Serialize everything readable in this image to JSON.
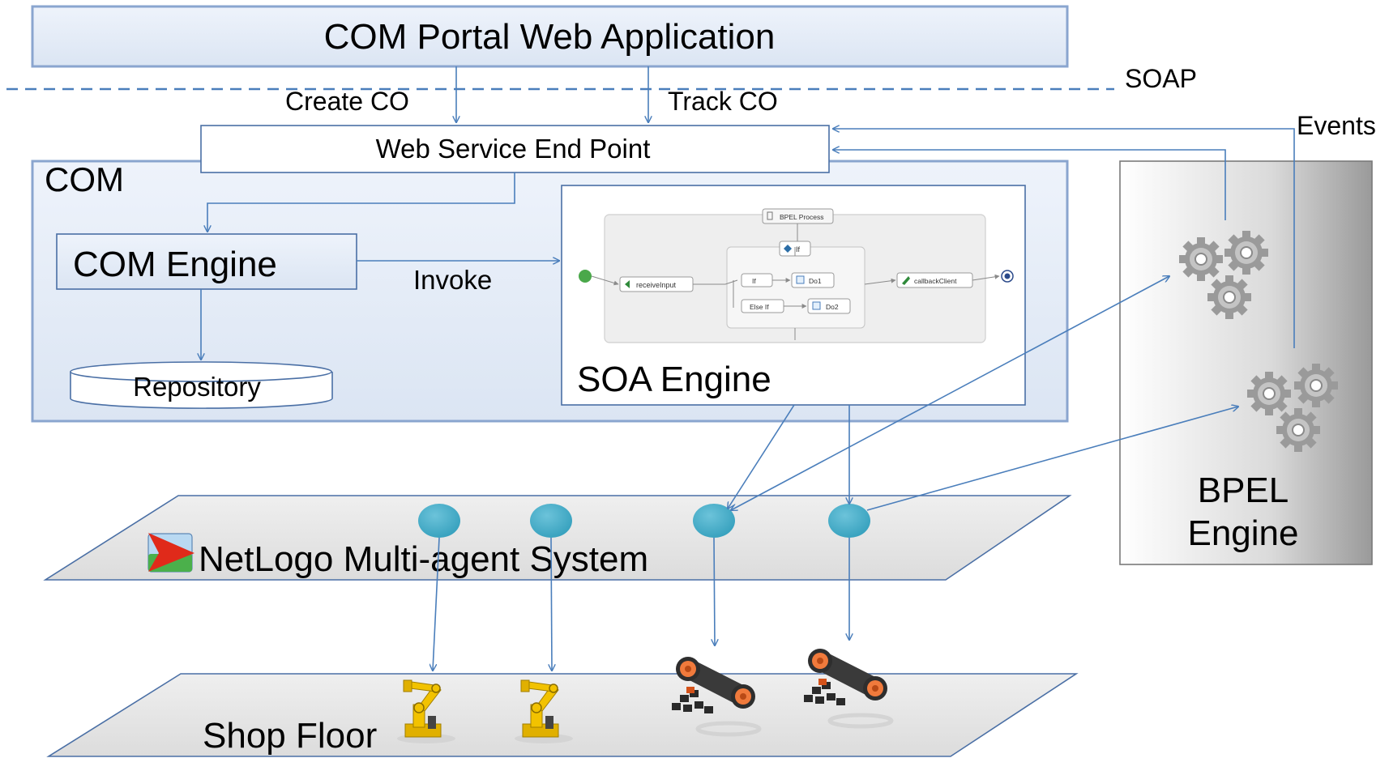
{
  "portal": {
    "title": "COM Portal Web Application"
  },
  "protocol_label": "SOAP",
  "calls": {
    "create": "Create CO",
    "track": "Track CO"
  },
  "events_label": "Events",
  "endpoint": {
    "label": "Web Service End Point"
  },
  "com": {
    "label": "COM",
    "engine_label": "COM Engine",
    "repository_label": "Repository",
    "invoke_label": "Invoke"
  },
  "soa": {
    "label": "SOA Engine",
    "bpel_process": {
      "title": "BPEL Process",
      "if_label": "If",
      "receive": "receiveInput",
      "branch_if": "If",
      "branch_else": "Else If",
      "do1": "Do1",
      "do2": "Do2",
      "callback": "callbackClient"
    }
  },
  "bpel_engine": {
    "line1": "BPEL",
    "line2": "Engine",
    "gear_icon": "gears-icon"
  },
  "netlogo": {
    "label": "NetLogo Multi-agent System",
    "icon": "netlogo-icon"
  },
  "shop_floor": {
    "label": "Shop Floor",
    "robot_icon": "robot-arm-icon",
    "conveyor_icon": "conveyor-icon"
  },
  "colors": {
    "box_fill": "#e3ebf7",
    "box_border": "#7f9cc9",
    "arrow": "#4a7ebb",
    "agent": "#4bacc6",
    "plane_fill": "#e6e6e6",
    "gear": "#9c9c9c",
    "robot": "#f2c200",
    "conveyor_roller": "#f07a3c"
  }
}
